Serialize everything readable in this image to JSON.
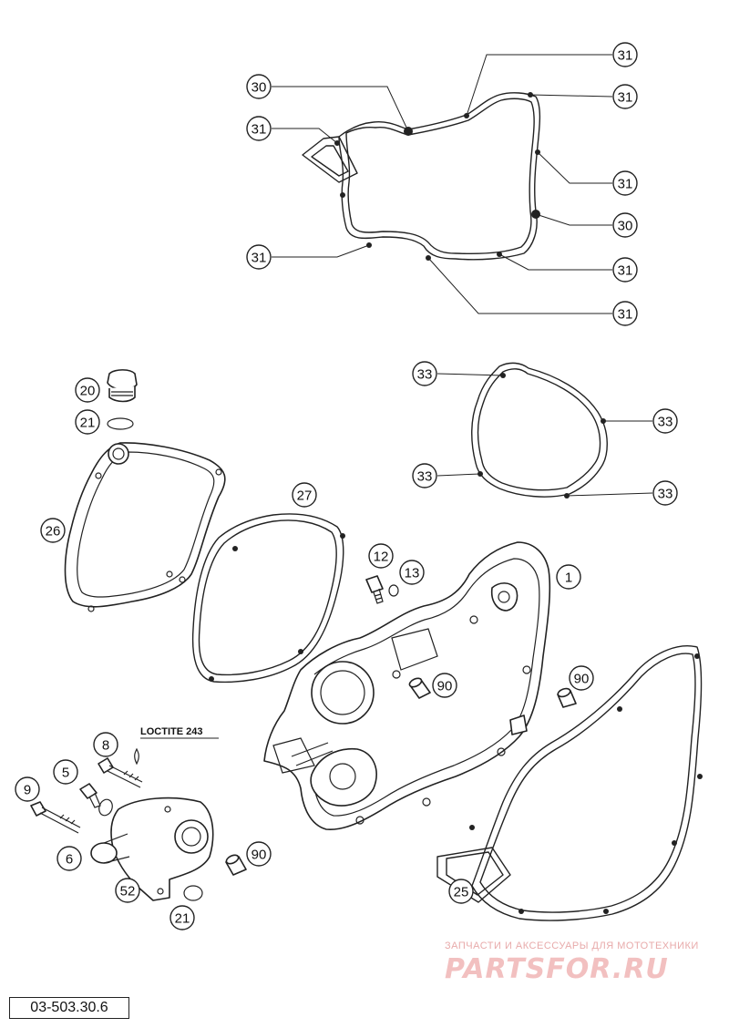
{
  "diagram": {
    "reference_code": "03-503.30.6",
    "note_label": "LOCTITE 243",
    "watermark": {
      "tagline": "ЗАПЧАСТИ И АКСЕССУАРЫ ДЛЯ МОТОТЕХНИКИ",
      "logo": "PARTSFOR.RU"
    },
    "callouts": [
      {
        "id": "c31a",
        "num": "31"
      },
      {
        "id": "c30a",
        "num": "30"
      },
      {
        "id": "c31b",
        "num": "31"
      },
      {
        "id": "c31c",
        "num": "31"
      },
      {
        "id": "c31d",
        "num": "31"
      },
      {
        "id": "c30b",
        "num": "30"
      },
      {
        "id": "c31e",
        "num": "31"
      },
      {
        "id": "c31f",
        "num": "31"
      },
      {
        "id": "c31g",
        "num": "31"
      },
      {
        "id": "c31h",
        "num": "31"
      },
      {
        "id": "c33a",
        "num": "33"
      },
      {
        "id": "c33b",
        "num": "33"
      },
      {
        "id": "c33c",
        "num": "33"
      },
      {
        "id": "c33d",
        "num": "33"
      },
      {
        "id": "c20",
        "num": "20"
      },
      {
        "id": "c21a",
        "num": "21"
      },
      {
        "id": "c26",
        "num": "26"
      },
      {
        "id": "c27",
        "num": "27"
      },
      {
        "id": "c12",
        "num": "12"
      },
      {
        "id": "c13",
        "num": "13"
      },
      {
        "id": "c1",
        "num": "1"
      },
      {
        "id": "c90a",
        "num": "90"
      },
      {
        "id": "c90b",
        "num": "90"
      },
      {
        "id": "c8",
        "num": "8"
      },
      {
        "id": "c5",
        "num": "5"
      },
      {
        "id": "c9",
        "num": "9"
      },
      {
        "id": "c6",
        "num": "6"
      },
      {
        "id": "c90c",
        "num": "90"
      },
      {
        "id": "c52",
        "num": "52"
      },
      {
        "id": "c21b",
        "num": "21"
      },
      {
        "id": "c25",
        "num": "25"
      }
    ]
  }
}
